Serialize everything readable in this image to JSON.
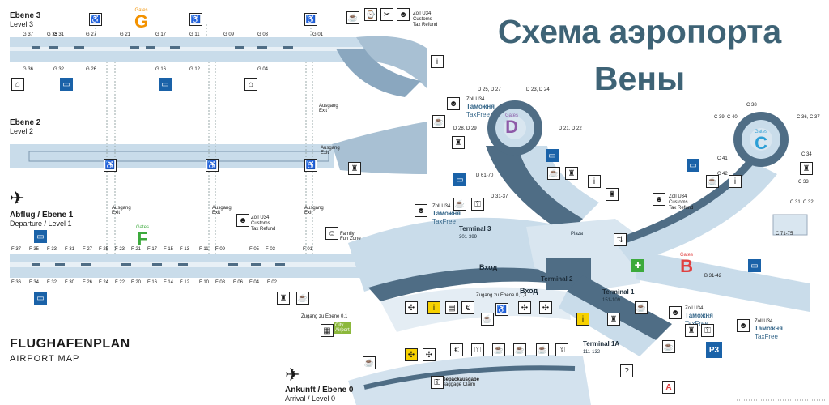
{
  "title_ru": {
    "line1": "Схема аэропорта",
    "line2": "Вены"
  },
  "levels": {
    "ebene3": {
      "de": "Ebene 3",
      "en": "Level 3"
    },
    "ebene2": {
      "de": "Ebene 2",
      "en": "Level 2"
    },
    "departure": {
      "de": "Abflug / Ebene 1",
      "en": "Departure / Level 1"
    },
    "arrival": {
      "de": "Ankunft / Ebene 0",
      "en": "Arrival / Level 0"
    }
  },
  "legend": {
    "title_de": "FLUGHAFENPLAN",
    "title_en": "AIRPORT MAP"
  },
  "gates_word": "Gates",
  "piers": {
    "G": "G",
    "F": "F",
    "D": "D",
    "C": "C",
    "B": "B"
  },
  "gates_g_top": [
    "G 37",
    "G 35",
    "G 31",
    "G 27",
    "G 21",
    "G 17",
    "G 11",
    "G 09",
    "G 03",
    "G 01"
  ],
  "gates_g_bottom": [
    "G 36",
    "G 32",
    "G 26",
    "G 16",
    "G 12",
    "G 04"
  ],
  "gates_f_top": [
    "F 37",
    "F 35",
    "F 33",
    "F 31",
    "F 27",
    "F 25",
    "F 23",
    "F 21",
    "F 17",
    "F 15",
    "F 13",
    "F 11",
    "F 09",
    "F 05",
    "F 03",
    "F 01"
  ],
  "gates_f_bottom": [
    "F 36",
    "F 34",
    "F 32",
    "F 30",
    "F 26",
    "F 24",
    "F 22",
    "F 20",
    "F 16",
    "F 14",
    "F 12",
    "F 10",
    "F 08",
    "F 06",
    "F 04",
    "F 02"
  ],
  "gates_d": [
    "D 25, D 27",
    "D 23, D 24",
    "D 28, D 29",
    "D 21, D 22",
    "D 61-70",
    "D 31-37"
  ],
  "gates_c": [
    "C 38",
    "C 39, C 40",
    "C 36, C 37",
    "C 41",
    "C 34",
    "C 42",
    "C 33",
    "C 31, C 32",
    "C 71-75"
  ],
  "gates_b": [
    "B 31-42"
  ],
  "terminals": {
    "t3": "Terminal 3",
    "t3_range": "301-399",
    "t2": "Terminal 2",
    "t1": "Terminal 1",
    "t1_range": "151-109",
    "t1a": "Terminal 1A",
    "t1a_range": "111-132"
  },
  "plaza": "Plaza",
  "entrance_ru": "Вход",
  "exit_de": "Ausgang",
  "exit_en": "Exit",
  "customs": {
    "de": "Zoll U34",
    "en": "Customs",
    "refund": "Tax Refund",
    "ru": "Таможня",
    "taxfree": "TaxFree"
  },
  "family": {
    "de": "Family",
    "en": "Fun Zone"
  },
  "baggage": {
    "de": "Gepäckausgabe",
    "en": "Baggage Claim"
  },
  "city": {
    "de": "City",
    "en": "Airport"
  },
  "zugang_t3": "Zugang zu Ebene 0,1",
  "zugang_t2": "Zugang zu Ebene 0,1,3",
  "parking": "P3",
  "colors": {
    "title": "#3e6376",
    "walkway": "#c9dcea",
    "walkway_dark": "#4f6d85",
    "hall": "#d9e6f0",
    "bluebox": "#1a62a8",
    "orange": "#f39200",
    "green": "#3caa3c",
    "purple": "#8e5aa8",
    "sky": "#2d9fd6",
    "red": "#e04040"
  }
}
